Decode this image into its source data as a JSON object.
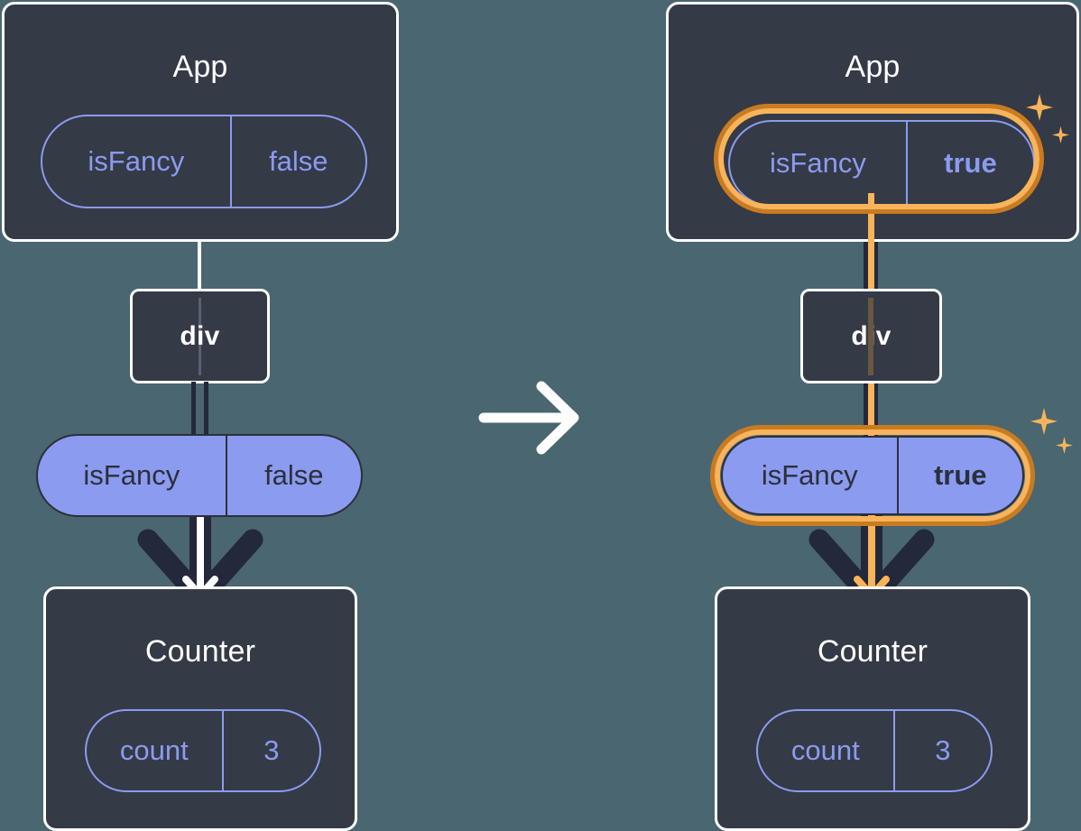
{
  "diagram": {
    "title": "React state propagation: isFancy toggled from false to true",
    "colors": {
      "background": "#4a6670",
      "box_fill": "#343a46",
      "box_border": "#ffffff",
      "accent_purple": "#8b9bf0",
      "highlight_orange_light": "#f9b35a",
      "highlight_orange_dark": "#c97b21",
      "connector_dark": "#23283a",
      "text_dark": "#2b303b"
    },
    "transition_arrow": "right-arrow-icon"
  },
  "left": {
    "app": {
      "title": "App",
      "pill": {
        "key": "isFancy",
        "value": "false",
        "bold": false,
        "highlighted": false
      }
    },
    "div": {
      "label": "div"
    },
    "props_pill": {
      "key": "isFancy",
      "value": "false",
      "bold": false,
      "highlighted": false
    },
    "counter": {
      "title": "Counter",
      "pill": {
        "key": "count",
        "value": "3",
        "bold": false,
        "highlighted": false
      }
    }
  },
  "right": {
    "app": {
      "title": "App",
      "pill": {
        "key": "isFancy",
        "value": "true",
        "bold": true,
        "highlighted": true
      }
    },
    "div": {
      "label": "div"
    },
    "props_pill": {
      "key": "isFancy",
      "value": "true",
      "bold": true,
      "highlighted": true
    },
    "counter": {
      "title": "Counter",
      "pill": {
        "key": "count",
        "value": "3",
        "bold": false,
        "highlighted": false
      }
    },
    "sparkles": [
      {
        "name": "sparkle-large-app",
        "size": "big"
      },
      {
        "name": "sparkle-small-app",
        "size": "small"
      },
      {
        "name": "sparkle-large-props",
        "size": "big"
      },
      {
        "name": "sparkle-small-props",
        "size": "small"
      }
    ]
  }
}
